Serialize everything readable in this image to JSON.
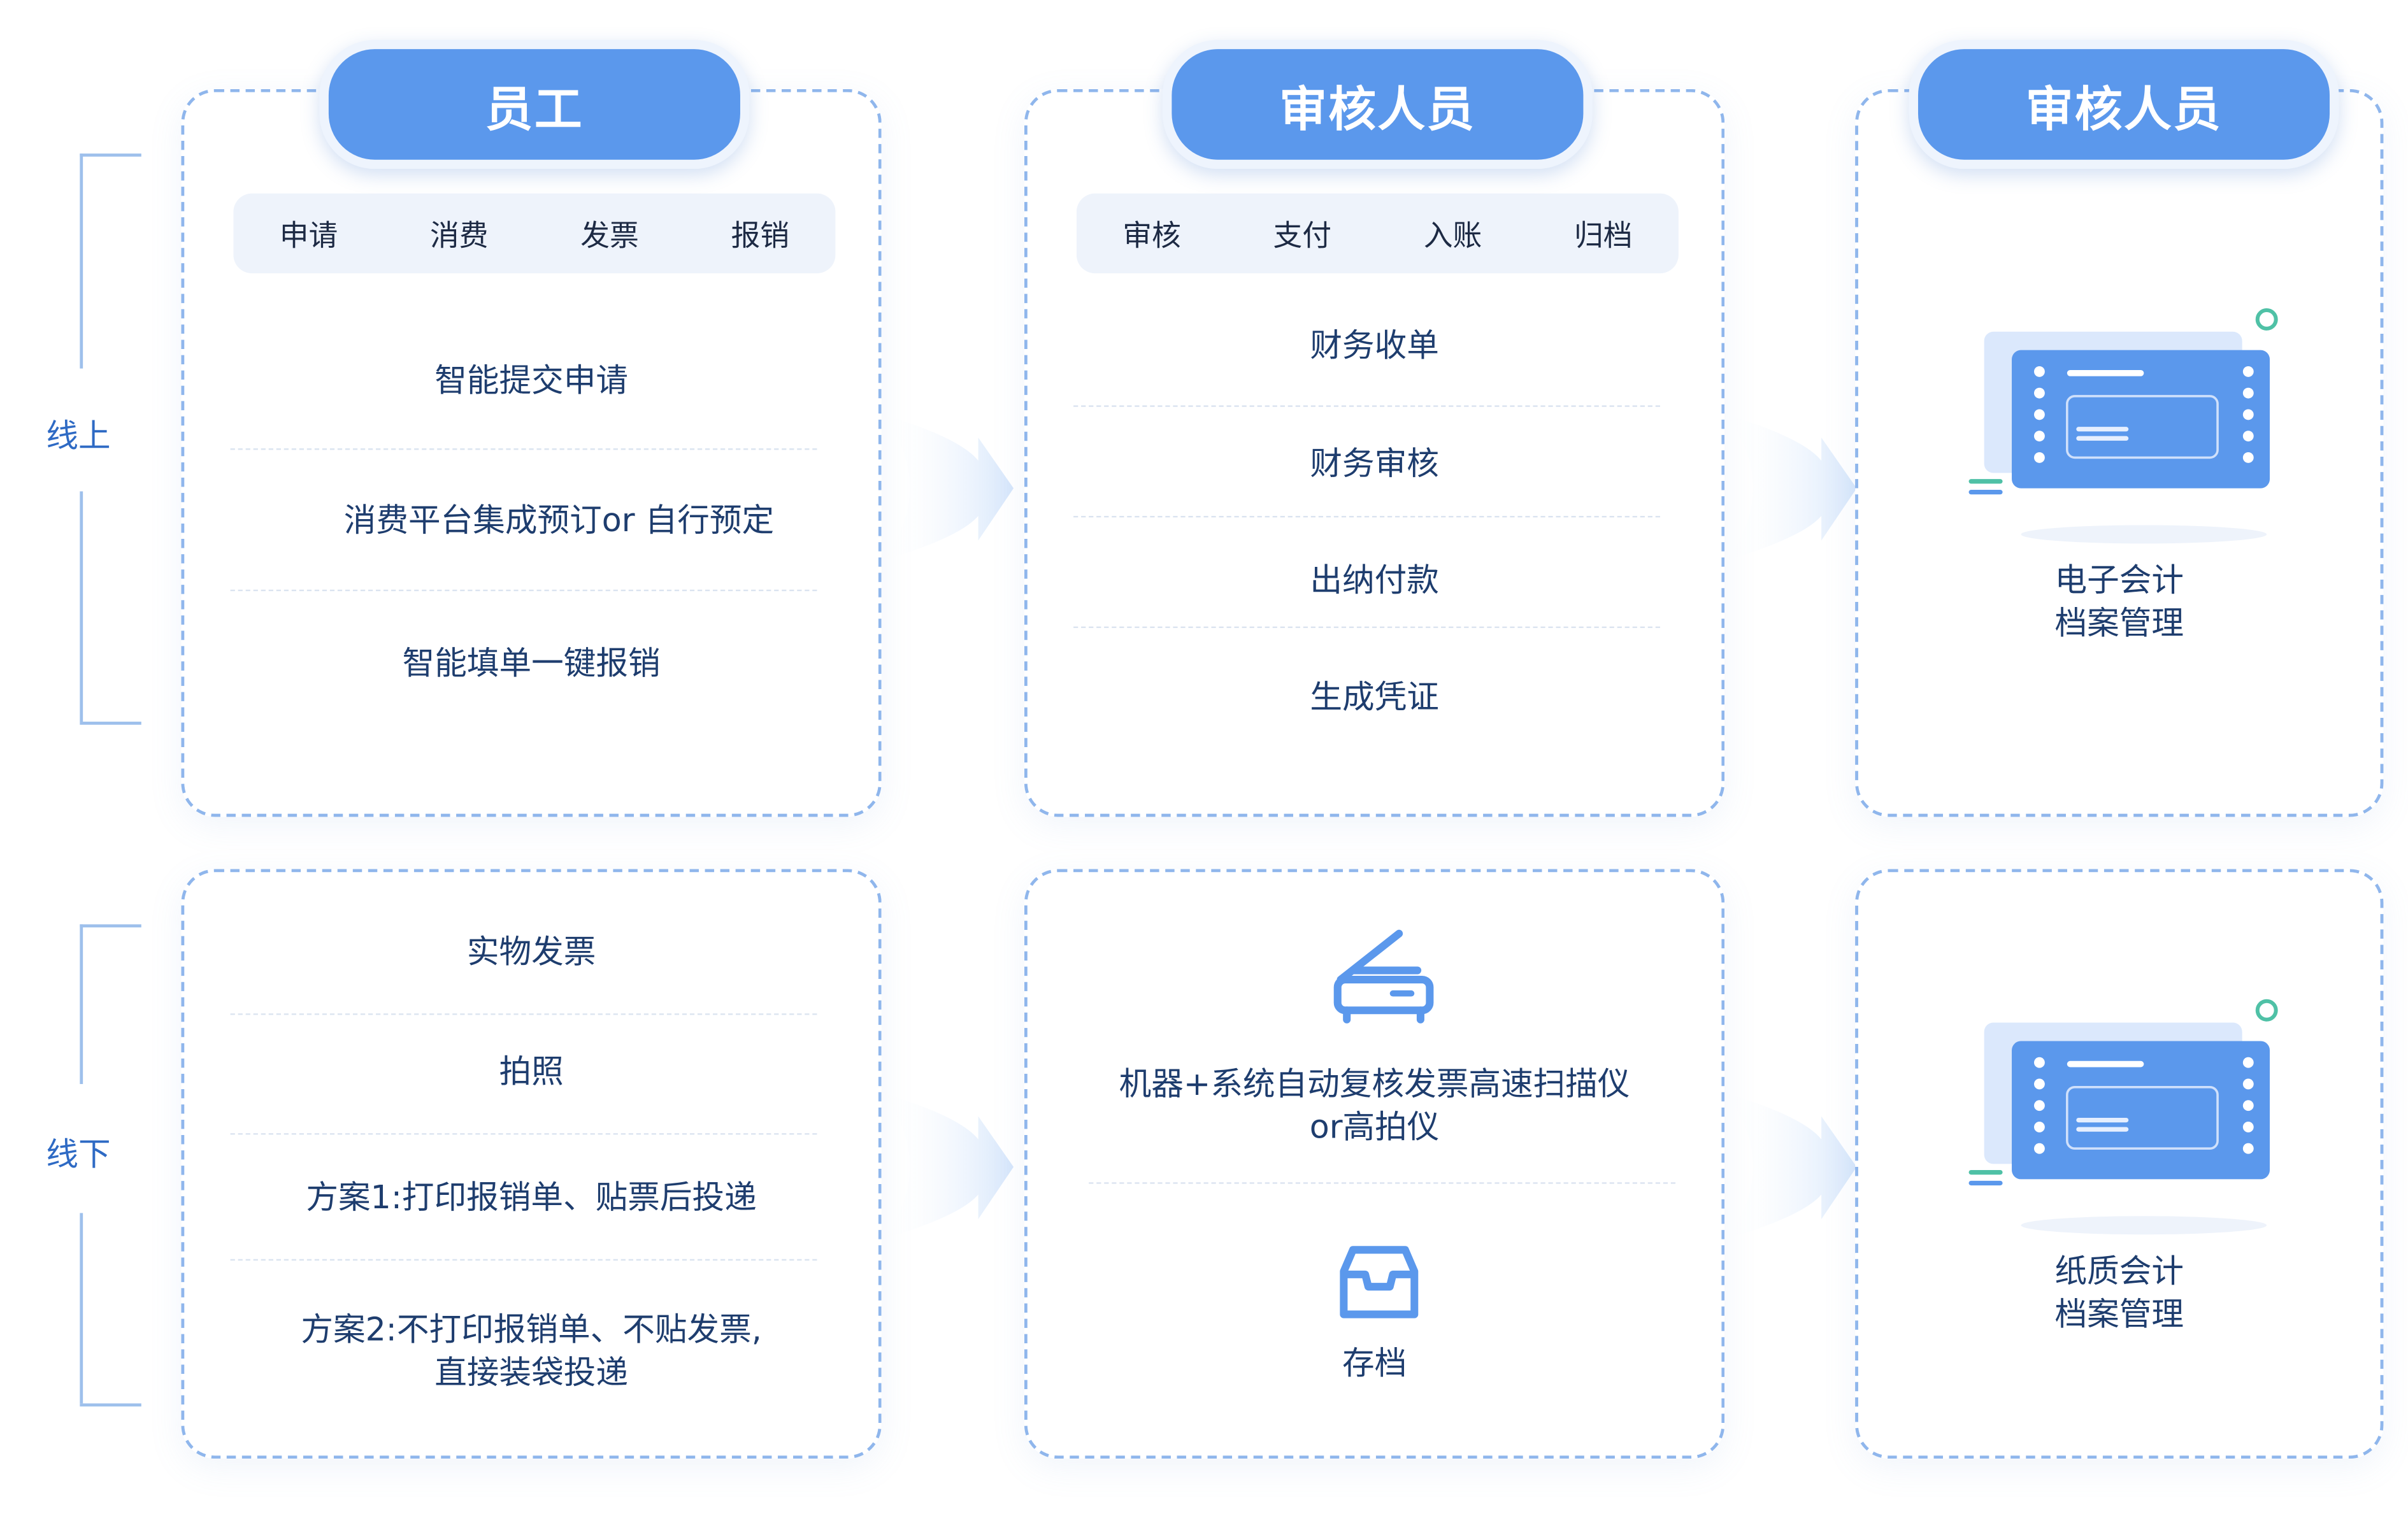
{
  "rows": {
    "online_label": "线上",
    "offline_label": "线下"
  },
  "columns": {
    "employee": {
      "header": "员工",
      "steps": [
        "申请",
        "消费",
        "发票",
        "报销"
      ]
    },
    "reviewer": {
      "header": "审核人员",
      "steps": [
        "审核",
        "支付",
        "入账",
        "归档"
      ]
    },
    "archive": {
      "header": "审核人员"
    }
  },
  "online": {
    "employee_items": [
      "智能提交申请",
      "消费平台集成预订or 自行预定",
      "智能填单一键报销"
    ],
    "reviewer_items": [
      "财务收单",
      "财务审核",
      "出纳付款",
      "生成凭证"
    ],
    "archive_label_line1": "电子会计",
    "archive_label_line2": "档案管理"
  },
  "offline": {
    "employee_items": [
      "实物发票",
      "拍照",
      "方案1:打印报销单、贴票后投递"
    ],
    "employee_item4_line1": "方案2:不打印报销单、不贴发票,",
    "employee_item4_line2": "直接装袋投递",
    "reviewer_scan_line1": "机器+系统自动复核发票高速扫描仪",
    "reviewer_scan_line2": "or高拍仪",
    "reviewer_store": "存档",
    "archive_label_line1": "纸质会计",
    "archive_label_line2": "档案管理"
  },
  "icons": [
    "scanner-icon",
    "archive-box-icon",
    "document-card-icon",
    "flow-arrow-icon"
  ],
  "colors": {
    "accent": "#5b98ec",
    "dashed_border": "#8fb6ec",
    "text": "#1e3d6e",
    "label": "#2e6ac4",
    "teal": "#4fc1a6"
  }
}
